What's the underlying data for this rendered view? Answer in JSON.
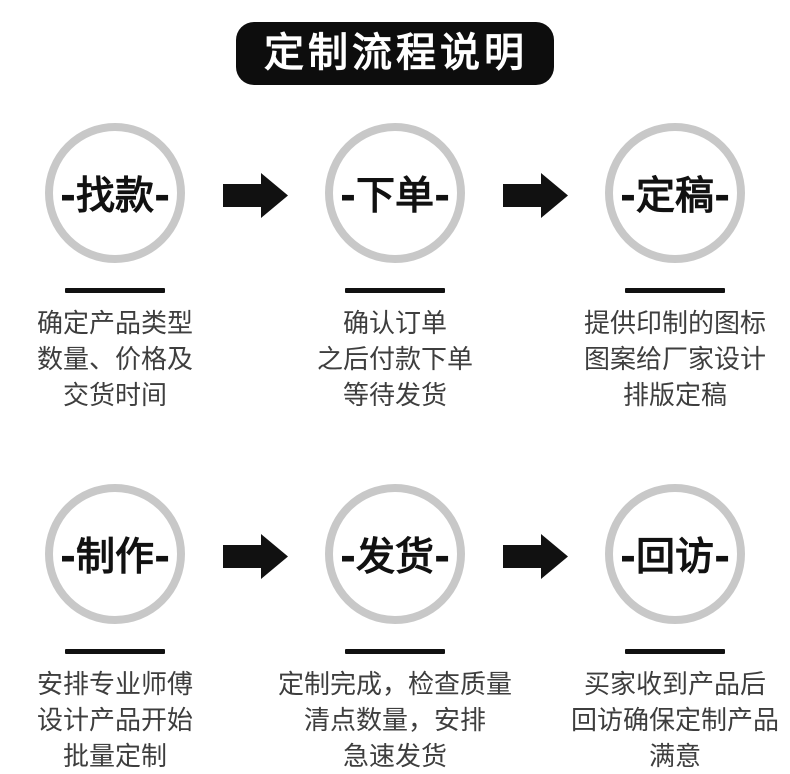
{
  "header": {
    "title": "定制流程说明"
  },
  "colors": {
    "background": "#ffffff",
    "header_bg": "#0d0d0d",
    "header_text": "#ffffff",
    "circle_border": "#c8c8c8",
    "step_label_text": "#111111",
    "divider": "#111111",
    "arrow": "#111111",
    "description_text": "#3e3e3e"
  },
  "icons": {
    "arrow_right": "arrow-right-icon"
  },
  "steps": [
    {
      "label": "-找款-",
      "description": "确定产品类型\n数量、价格及\n交货时间"
    },
    {
      "label": "-下单-",
      "description": "确认订单\n之后付款下单\n等待发货"
    },
    {
      "label": "-定稿-",
      "description": "提供印制的图标\n图案给厂家设计\n排版定稿"
    },
    {
      "label": "-制作-",
      "description": "安排专业师傅\n设计产品开始\n批量定制"
    },
    {
      "label": "-发货-",
      "description": "定制完成，检查质量\n清点数量，安排\n急速发货"
    },
    {
      "label": "-回访-",
      "description": "买家收到产品后\n回访确保定制产品\n满意"
    }
  ]
}
